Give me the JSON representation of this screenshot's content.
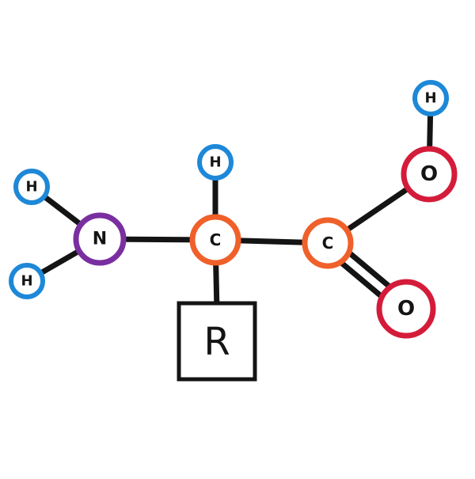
{
  "diagram": {
    "colors": {
      "hydrogen": "#1e88d8",
      "nitrogen": "#7a2fa0",
      "carbon": "#f0602a",
      "oxygen": "#d41c3a",
      "bond": "#141414"
    },
    "atoms": {
      "h_n_top": {
        "label": "H",
        "element": "hydrogen"
      },
      "h_n_bottom": {
        "label": "H",
        "element": "hydrogen"
      },
      "n": {
        "label": "N",
        "element": "nitrogen"
      },
      "h_ca": {
        "label": "H",
        "element": "hydrogen"
      },
      "c_alpha": {
        "label": "C",
        "element": "carbon"
      },
      "c_carboxyl": {
        "label": "C",
        "element": "carbon"
      },
      "o_hydroxyl": {
        "label": "O",
        "element": "oxygen"
      },
      "h_o": {
        "label": "H",
        "element": "hydrogen"
      },
      "o_carbonyl": {
        "label": "O",
        "element": "oxygen"
      }
    },
    "side_chain": {
      "label": "R"
    },
    "bonds": [
      {
        "from": "h_n_top",
        "to": "n",
        "order": 1
      },
      {
        "from": "h_n_bottom",
        "to": "n",
        "order": 1
      },
      {
        "from": "n",
        "to": "c_alpha",
        "order": 1
      },
      {
        "from": "h_ca",
        "to": "c_alpha",
        "order": 1
      },
      {
        "from": "c_alpha",
        "to": "side_chain",
        "order": 1
      },
      {
        "from": "c_alpha",
        "to": "c_carboxyl",
        "order": 1
      },
      {
        "from": "c_carboxyl",
        "to": "o_hydroxyl",
        "order": 1
      },
      {
        "from": "o_hydroxyl",
        "to": "h_o",
        "order": 1
      },
      {
        "from": "c_carboxyl",
        "to": "o_carbonyl",
        "order": 2
      }
    ]
  }
}
